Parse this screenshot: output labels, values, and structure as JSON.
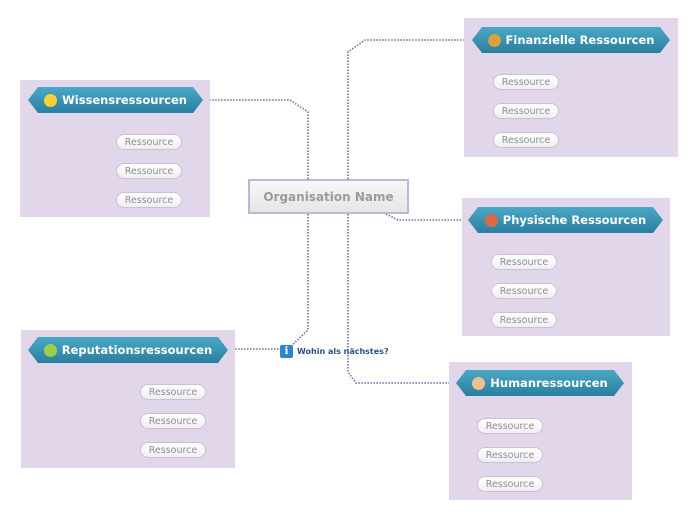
{
  "central": {
    "label": "Organisation Name"
  },
  "hint": {
    "label": "Wohin als nächstes?",
    "icon": "info-icon"
  },
  "branches": [
    {
      "label": "Wissensressourcen",
      "icon": "lightbulb-icon",
      "icon_color": "#f5d23a",
      "items": [
        "Ressource",
        "Ressource",
        "Ressource"
      ]
    },
    {
      "label": "Finanzielle Ressourcen",
      "icon": "money-bag-icon",
      "icon_color": "#d9a23a",
      "items": [
        "Ressource",
        "Ressource",
        "Ressource"
      ]
    },
    {
      "label": "Physische Ressourcen",
      "icon": "house-icon",
      "icon_color": "#e0664a",
      "items": [
        "Ressource",
        "Ressource",
        "Ressource"
      ]
    },
    {
      "label": "Reputationsressourcen",
      "icon": "rocket-icon",
      "icon_color": "#9bcf4a",
      "items": [
        "Ressource",
        "Ressource",
        "Ressource"
      ]
    },
    {
      "label": "Humanressourcen",
      "icon": "person-icon",
      "icon_color": "#f2c08a",
      "items": [
        "Ressource",
        "Ressource",
        "Ressource"
      ]
    }
  ],
  "colors": {
    "panel": "#e2d6ea",
    "topic": "#3a93b5",
    "connector": "#7a64a6"
  }
}
